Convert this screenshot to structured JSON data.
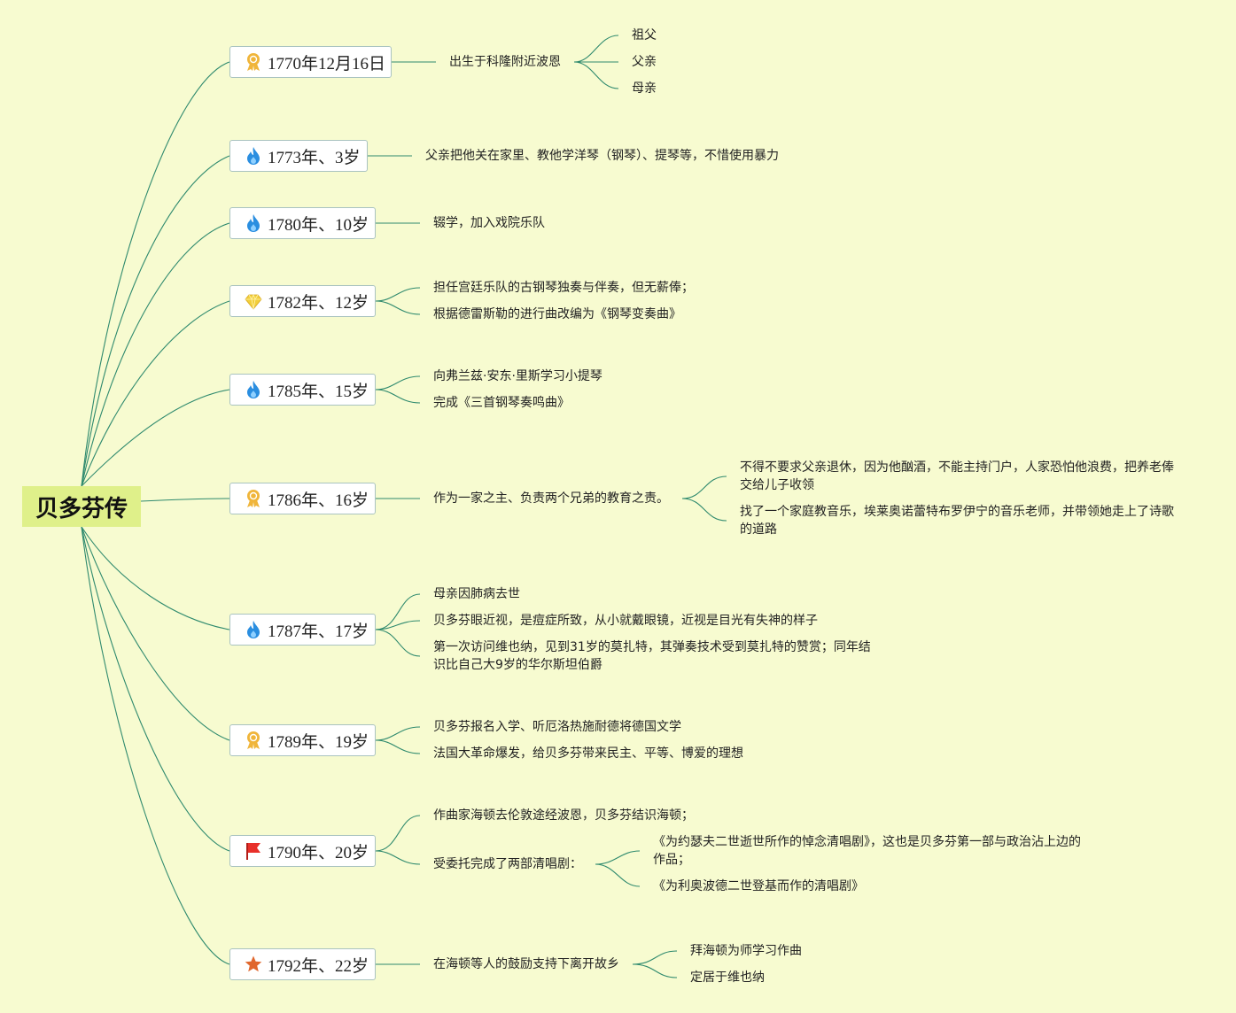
{
  "root": {
    "title": "贝多芬传"
  },
  "branches": [
    {
      "label": "1770年12月16日",
      "icon": "award-ribbon-icon",
      "children": [
        {
          "text": "出生于科隆附近波恩",
          "children": [
            {
              "text": "祖父"
            },
            {
              "text": "父亲"
            },
            {
              "text": "母亲"
            }
          ]
        }
      ]
    },
    {
      "label": "1773年、3岁",
      "icon": "fire-icon",
      "children": [
        {
          "text": "父亲把他关在家里、教他学洋琴（钢琴）、提琴等，不惜使用暴力"
        }
      ]
    },
    {
      "label": "1780年、10岁",
      "icon": "fire-icon",
      "children": [
        {
          "text": "辍学，加入戏院乐队"
        }
      ]
    },
    {
      "label": "1782年、12岁",
      "icon": "diamond-icon",
      "children": [
        {
          "text": "担任宫廷乐队的古钢琴独奏与伴奏，但无薪俸；"
        },
        {
          "text": "根据德雷斯勒的进行曲改编为《钢琴变奏曲》"
        }
      ]
    },
    {
      "label": "1785年、15岁",
      "icon": "fire-icon",
      "children": [
        {
          "text": "向弗兰兹·安东·里斯学习小提琴"
        },
        {
          "text": "完成《三首钢琴奏鸣曲》"
        }
      ]
    },
    {
      "label": "1786年、16岁",
      "icon": "award-ribbon-icon",
      "children": [
        {
          "text": "作为一家之主、负责两个兄弟的教育之责。",
          "children": [
            {
              "text": "不得不要求父亲退休，因为他酗酒，不能主持门户，人家恐怕他浪费，把养老俸交给儿子收领"
            },
            {
              "text": "找了一个家庭教音乐，埃莱奥诺蕾特布罗伊宁的音乐老师，并带领她走上了诗歌的道路"
            }
          ]
        }
      ]
    },
    {
      "label": "1787年、17岁",
      "icon": "fire-icon",
      "children": [
        {
          "text": "母亲因肺病去世"
        },
        {
          "text": "贝多芬眼近视，是痘症所致，从小就戴眼镜，近视是目光有失神的样子"
        },
        {
          "text": "第一次访问维也纳，见到31岁的莫扎特，其弹奏技术受到莫扎特的赞赏；同年结识比自己大9岁的华尔斯坦伯爵"
        }
      ]
    },
    {
      "label": "1789年、19岁",
      "icon": "award-ribbon-icon",
      "children": [
        {
          "text": "贝多芬报名入学、听厄洛热施耐德将德国文学"
        },
        {
          "text": "法国大革命爆发，给贝多芬带来民主、平等、博爱的理想"
        }
      ]
    },
    {
      "label": "1790年、20岁",
      "icon": "flag-icon",
      "children": [
        {
          "text": "作曲家海顿去伦敦途经波恩，贝多芬结识海顿；"
        },
        {
          "text": "受委托完成了两部清唱剧：",
          "children": [
            {
              "text": "《为约瑟夫二世逝世所作的悼念清唱剧》，这也是贝多芬第一部与政治沾上边的作品；"
            },
            {
              "text": "《为利奥波德二世登基而作的清唱剧》"
            }
          ]
        }
      ]
    },
    {
      "label": "1792年、22岁",
      "icon": "star-icon",
      "children": [
        {
          "text": "在海顿等人的鼓励支持下离开故乡",
          "children": [
            {
              "text": "拜海顿为师学习作曲"
            },
            {
              "text": "定居于维也纳"
            }
          ]
        }
      ]
    }
  ],
  "colors": {
    "background": "#f7fbd0",
    "root_fill": "#dff08a",
    "connector": "#2f8a6e",
    "node_border": "#a9c3c0",
    "fire": "#2a8ee0",
    "award": "#f0b53a",
    "diamond": "#f2cf3a",
    "flag": "#e8302a",
    "star": "#e0672d"
  }
}
